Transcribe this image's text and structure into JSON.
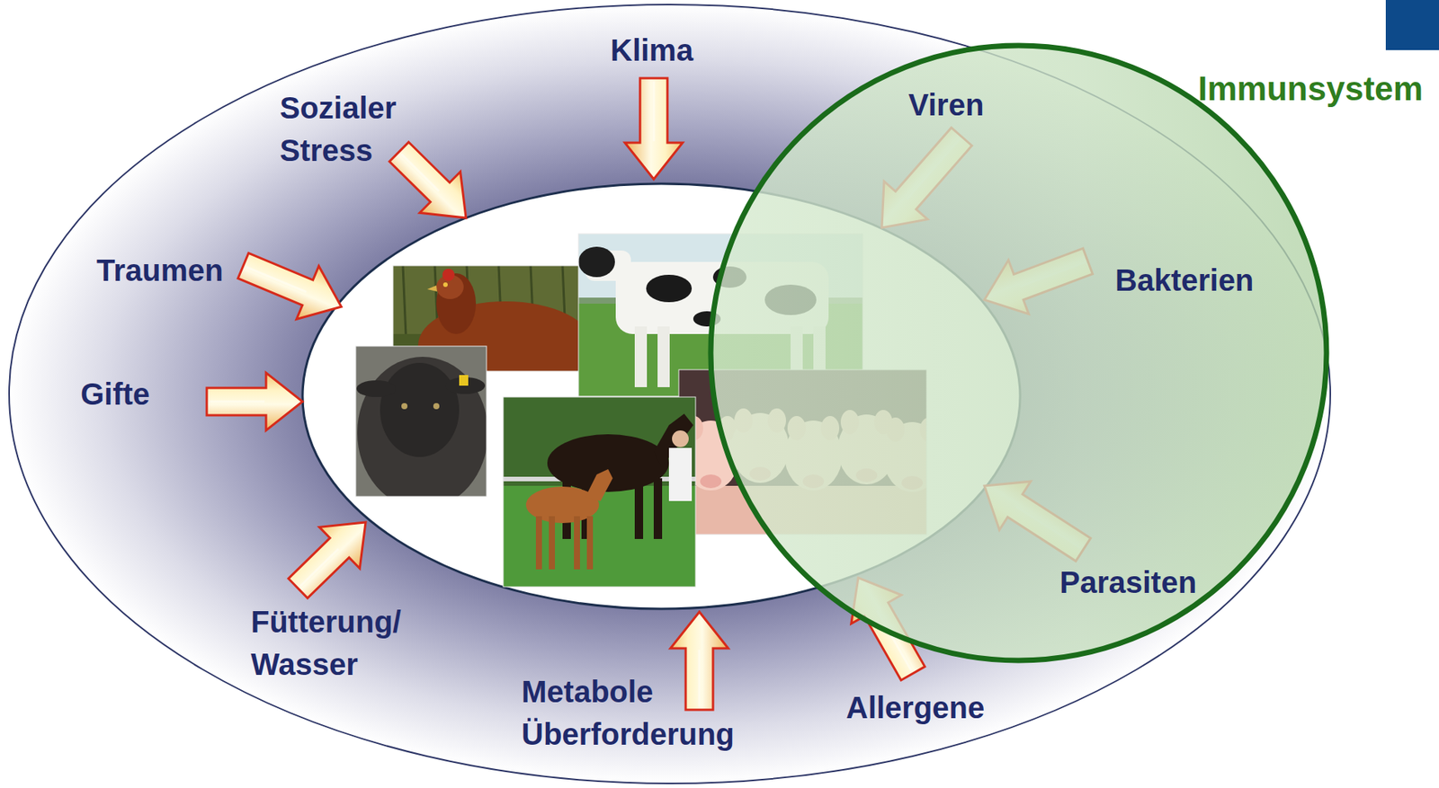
{
  "diagram": {
    "nodes": [
      {
        "text": [
          "Immunsystem"
        ]
      }
    ],
    "labels": [
      "Klima",
      "Sozialer Stress",
      "Traumen",
      "Gifte",
      "Fütterung/ Wasser",
      "Metabole Überforderung",
      "Allergene",
      "Viren",
      "Bakterien",
      "Parasiten"
    ]
  }
}
